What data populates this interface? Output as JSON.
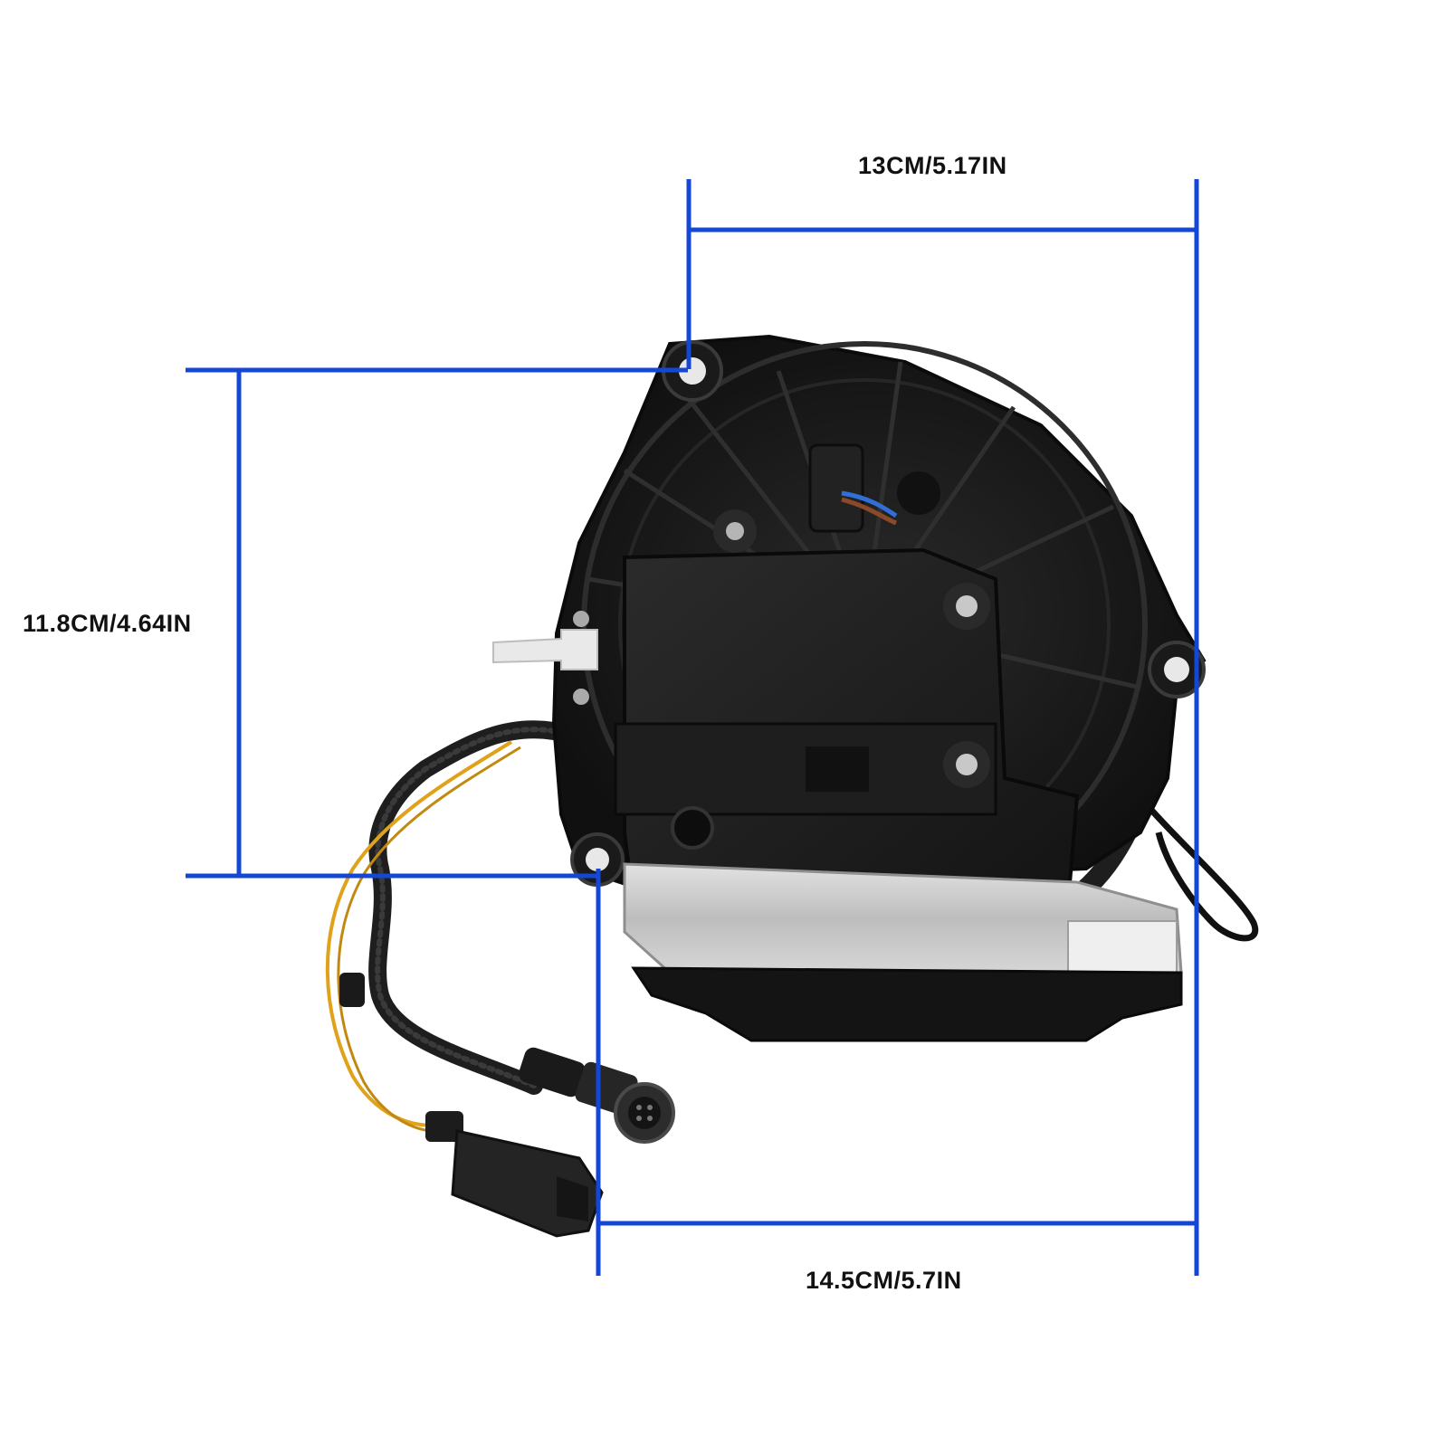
{
  "dimensions": {
    "top_width": "13CM/5.17IN",
    "height": "11.8CM/4.64IN",
    "bottom_width": "14.5CM/5.7IN"
  },
  "colors": {
    "background": "#ffffff",
    "dimension_line": "#1447d6",
    "product_body": "#1c1c1c",
    "metal_plate": "#c9c9c9",
    "wire_yellow": "#e0a21a",
    "label_text": "#111111"
  },
  "product": {
    "name_icon": "rear-view-camera-motor-assembly"
  }
}
